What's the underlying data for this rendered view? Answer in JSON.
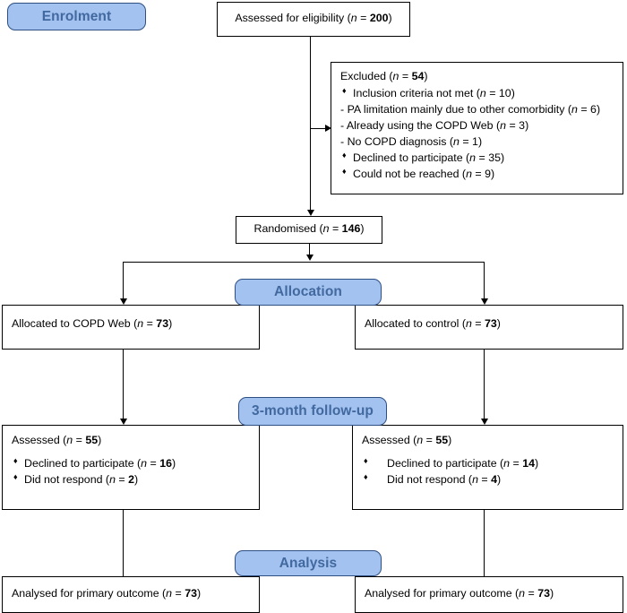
{
  "diagram": {
    "type": "consort-flow-diagram",
    "title": "CONSORT participant flow",
    "accent_color": "#a3c2ef",
    "accent_border_color": "#2d4f82",
    "accent_text_color": "#41699f",
    "line_color": "#000000"
  },
  "stages": {
    "enrolment": "Enrolment",
    "allocation": "Allocation",
    "followup": "3-month follow-up",
    "analysis": "Analysis"
  },
  "enrolment": {
    "assessed": {
      "text": "Assessed for eligibility (",
      "n_label": "n",
      "eq": " = ",
      "value": "200",
      "close": ")"
    },
    "excluded": {
      "heading_text": "Excluded  (",
      "heading_n": "n",
      "heading_eq": " = ",
      "heading_value": "54",
      "heading_close": ")",
      "items": [
        {
          "marker": "bullet",
          "text": "Inclusion criteria not met (",
          "n_label": "n",
          "eq": " = ",
          "value": "10",
          "close": ")"
        },
        {
          "marker": "dash",
          "text": "- PA limitation mainly due to other comorbidity (",
          "n_label": "n",
          "eq": " = ",
          "value": "6",
          "close": ")"
        },
        {
          "marker": "dash",
          "text": "- Already using the COPD Web (",
          "n_label": "n",
          "eq": " = ",
          "value": "3",
          "close": ")"
        },
        {
          "marker": "dash",
          "text": "- No COPD diagnosis (",
          "n_label": "n",
          "eq": " = ",
          "value": "1",
          "close": ")"
        },
        {
          "marker": "bullet",
          "text": " Declined to participate (",
          "n_label": "n",
          "eq": " = ",
          "value": "35",
          "close": ")"
        },
        {
          "marker": "bullet",
          "text": "Could not be reached (",
          "n_label": "n",
          "eq": " = ",
          "value": "9",
          "close": ")"
        }
      ]
    },
    "randomised": {
      "text": "Randomised (",
      "n_label": "n",
      "eq": " = ",
      "value": "146",
      "close": ")"
    }
  },
  "allocation": {
    "left": {
      "text": "Allocated to COPD Web (",
      "n_label": "n",
      "eq": " =  ",
      "value": "73",
      "close": ")"
    },
    "right": {
      "text": "Allocated to control (",
      "n_label": "n",
      "eq": " = ",
      "value": "73",
      "close": ")"
    }
  },
  "followup": {
    "left": {
      "assessed_text": "Assessed (",
      "assessed_n": "n",
      "assessed_eq": " = ",
      "assessed_value": "55",
      "assessed_close": ")",
      "items": [
        {
          "text": "Declined to participate (",
          "n_label": "n",
          "eq": " = ",
          "value": "16",
          "close": ")"
        },
        {
          "text": "Did not respond (",
          "n_label": "n",
          "eq": " =  ",
          "value": "2",
          "close": ")"
        }
      ]
    },
    "right": {
      "assessed_text": "Assessed (",
      "assessed_n": "n",
      "assessed_eq": " = ",
      "assessed_value": "55",
      "assessed_close": ")",
      "items": [
        {
          "text": "Declined to participate (",
          "n_label": "n",
          "eq": " = ",
          "value": "14",
          "close": ")"
        },
        {
          "text": "Did not respond (",
          "n_label": "n",
          "eq": " = ",
          "value": "4",
          "close": ")"
        }
      ]
    }
  },
  "analysis": {
    "left": {
      "text": "Analysed for primary outcome (",
      "n_label": "n",
      "eq": " = ",
      "value": "73",
      "close": ")"
    },
    "right": {
      "text": "Analysed for primary outcome (",
      "n_label": "n",
      "eq": " = ",
      "value": "73",
      "close": ")"
    }
  }
}
